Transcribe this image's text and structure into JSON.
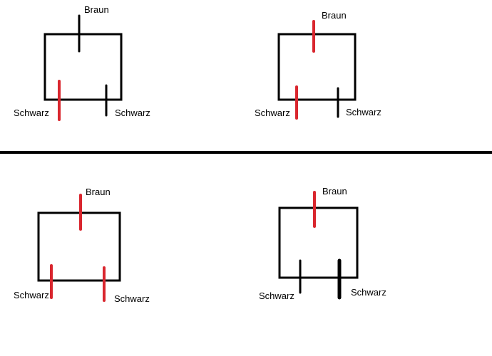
{
  "colors": {
    "background": "#ffffff",
    "line": "#000000",
    "highlight": "#d9262e"
  },
  "panels": [
    {
      "top": "Braun",
      "bottom_left": "Schwarz",
      "bottom_right": "Schwarz",
      "top_pin_color": "#000000",
      "left_pin_color": "#d9262e",
      "right_pin_color": "#000000"
    },
    {
      "top": "Braun",
      "bottom_left": "Schwarz",
      "bottom_right": "Schwarz",
      "top_pin_color": "#d9262e",
      "left_pin_color": "#d9262e",
      "right_pin_color": "#000000"
    },
    {
      "top": "Braun",
      "bottom_left": "Schwarz",
      "bottom_right": "Schwarz",
      "top_pin_color": "#d9262e",
      "left_pin_color": "#d9262e",
      "right_pin_color": "#d9262e"
    },
    {
      "top": "Braun",
      "bottom_left": "Schwarz",
      "bottom_right": "Schwarz",
      "top_pin_color": "#d9262e",
      "left_pin_color": "#000000",
      "right_pin_color": "#000000"
    }
  ]
}
